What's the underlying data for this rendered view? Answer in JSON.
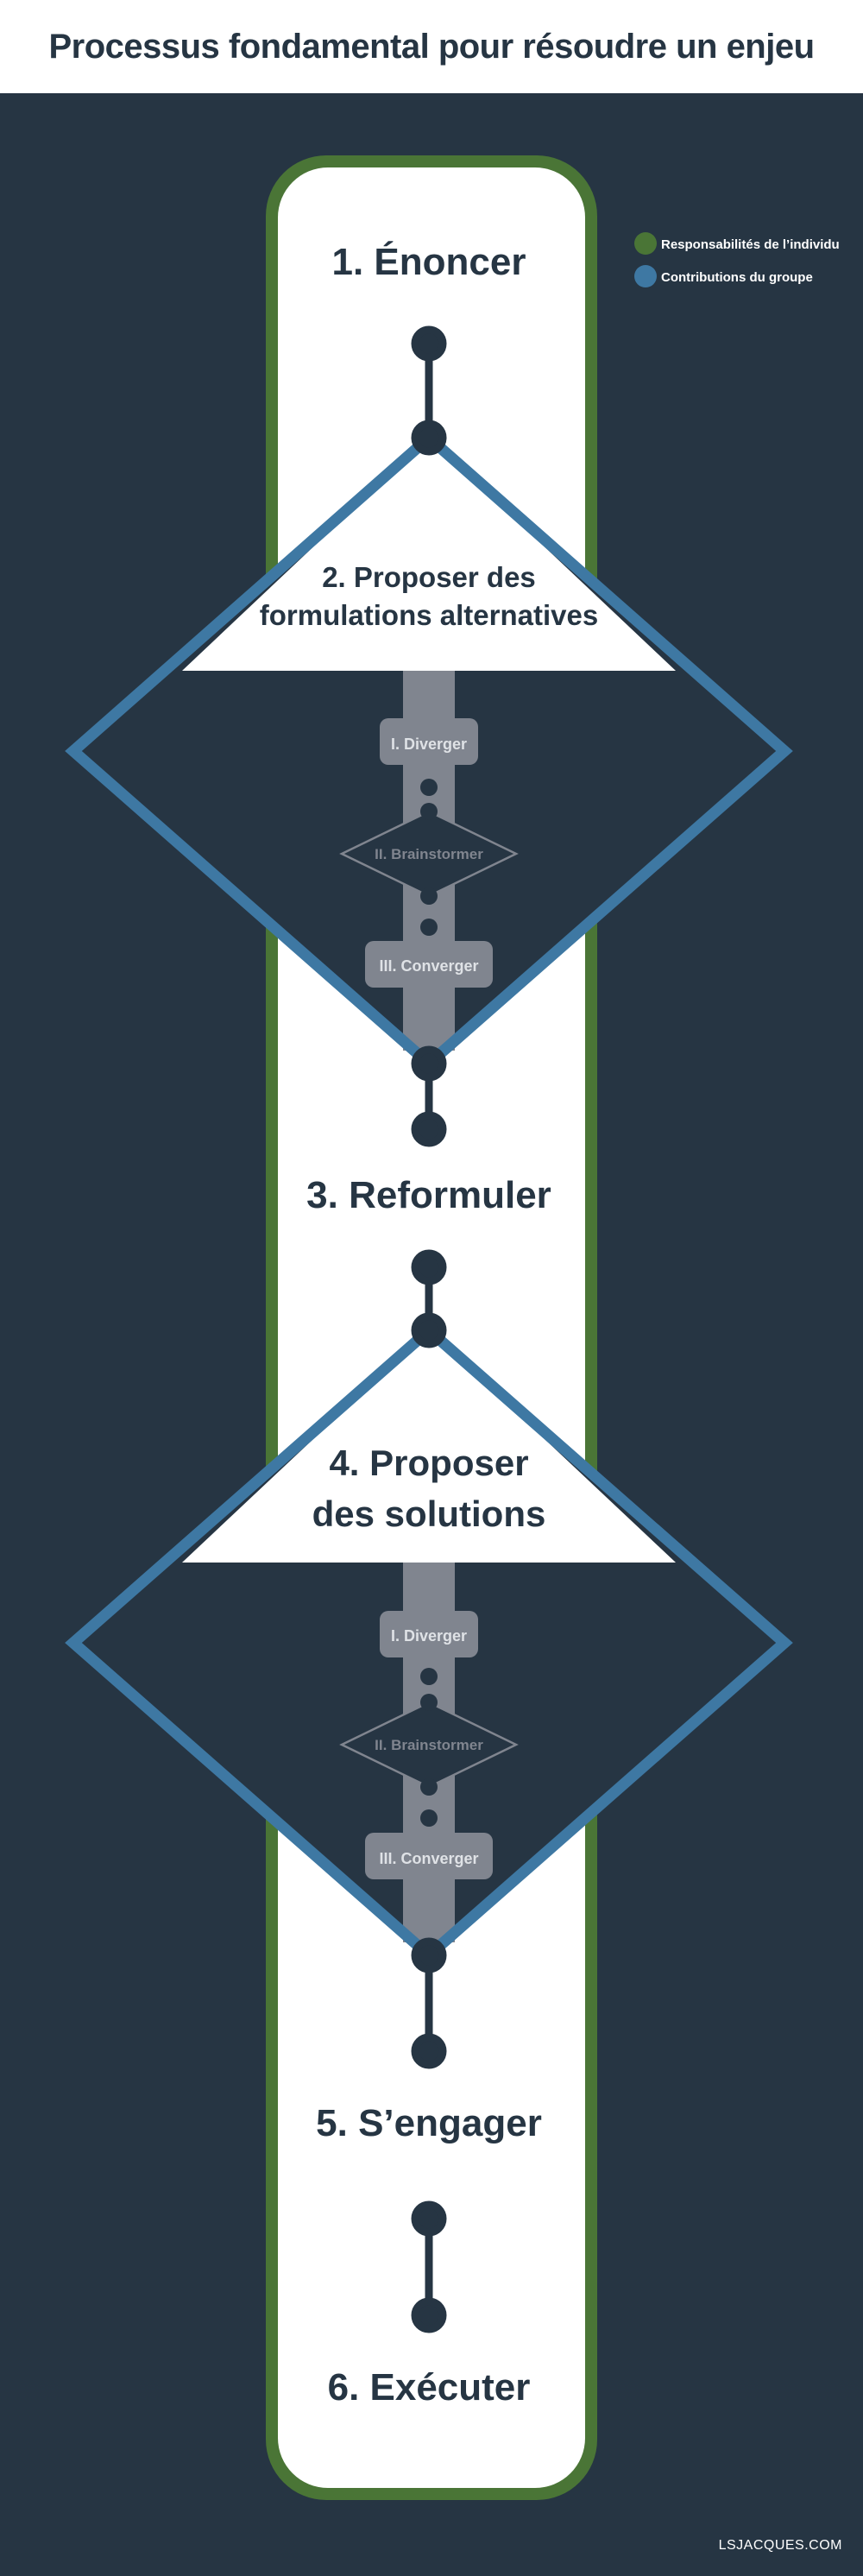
{
  "title": "Processus fondamental pour résoudre un enjeu",
  "legend": [
    {
      "label": "Responsabilités de l’individu",
      "color": "#4a7536"
    },
    {
      "label": "Contributions du groupe",
      "color": "#3e78a3"
    }
  ],
  "steps": {
    "step1": "1. Énoncer",
    "step2_line1": "2. Proposer des",
    "step2_line2": "formulations alternatives",
    "step3": "3. Reformuler",
    "step4_line1": "4. Proposer",
    "step4_line2": "des solutions",
    "step5": "5. S’engager",
    "step6": "6. Exécuter"
  },
  "substeps": {
    "diverge": "I. Diverger",
    "brainstorm": "II. Brainstormer",
    "converge": "III. Converger"
  },
  "credit": "LSJACQUES.COM",
  "colors": {
    "background": "#263543",
    "individual_green": "#4a7536",
    "group_blue": "#3e78a3",
    "substep_gray": "#80858f",
    "dark_text": "#263543"
  }
}
